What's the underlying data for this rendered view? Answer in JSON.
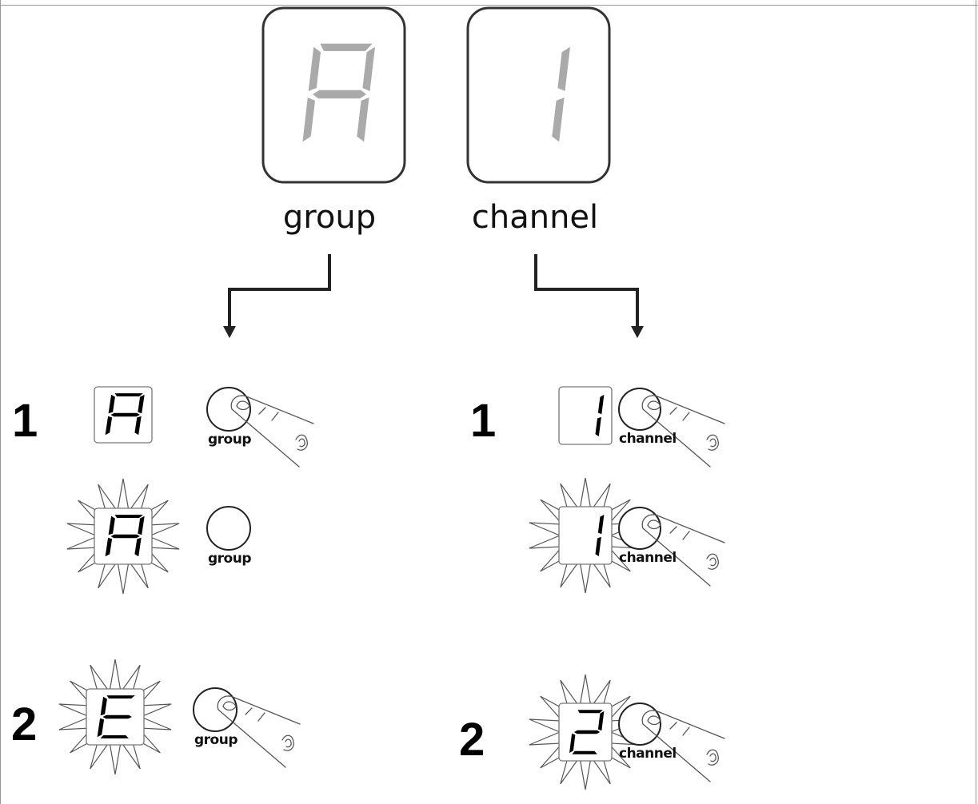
{
  "colors": {
    "lit_segment": "#000000",
    "dim_segment": "#aaaaaa",
    "outline": "#333333",
    "burst": "#555555"
  },
  "displays": {
    "group_value": "A",
    "channel_value": "1",
    "group_label": "group",
    "channel_label": "channel"
  },
  "group_column": {
    "rows": [
      {
        "step": "1",
        "digit": "A",
        "flashing": false,
        "pressed": true,
        "button_label": "group"
      },
      {
        "step": "",
        "digit": "A",
        "flashing": true,
        "pressed": false,
        "button_label": "group"
      },
      {
        "step": "2",
        "digit": "E",
        "flashing": true,
        "pressed": true,
        "button_label": "group"
      }
    ]
  },
  "channel_column": {
    "rows": [
      {
        "step": "1",
        "digit": "1",
        "flashing": false,
        "pressed": true,
        "button_label": "channel"
      },
      {
        "step": "",
        "digit": "1",
        "flashing": true,
        "pressed": true,
        "button_label": "channel"
      },
      {
        "step": "2",
        "digit": "2",
        "flashing": true,
        "pressed": true,
        "button_label": "channel"
      }
    ]
  },
  "icons": {
    "finger": "pointing-finger-icon",
    "button": "round-button-icon",
    "flash": "flash-burst-icon"
  }
}
